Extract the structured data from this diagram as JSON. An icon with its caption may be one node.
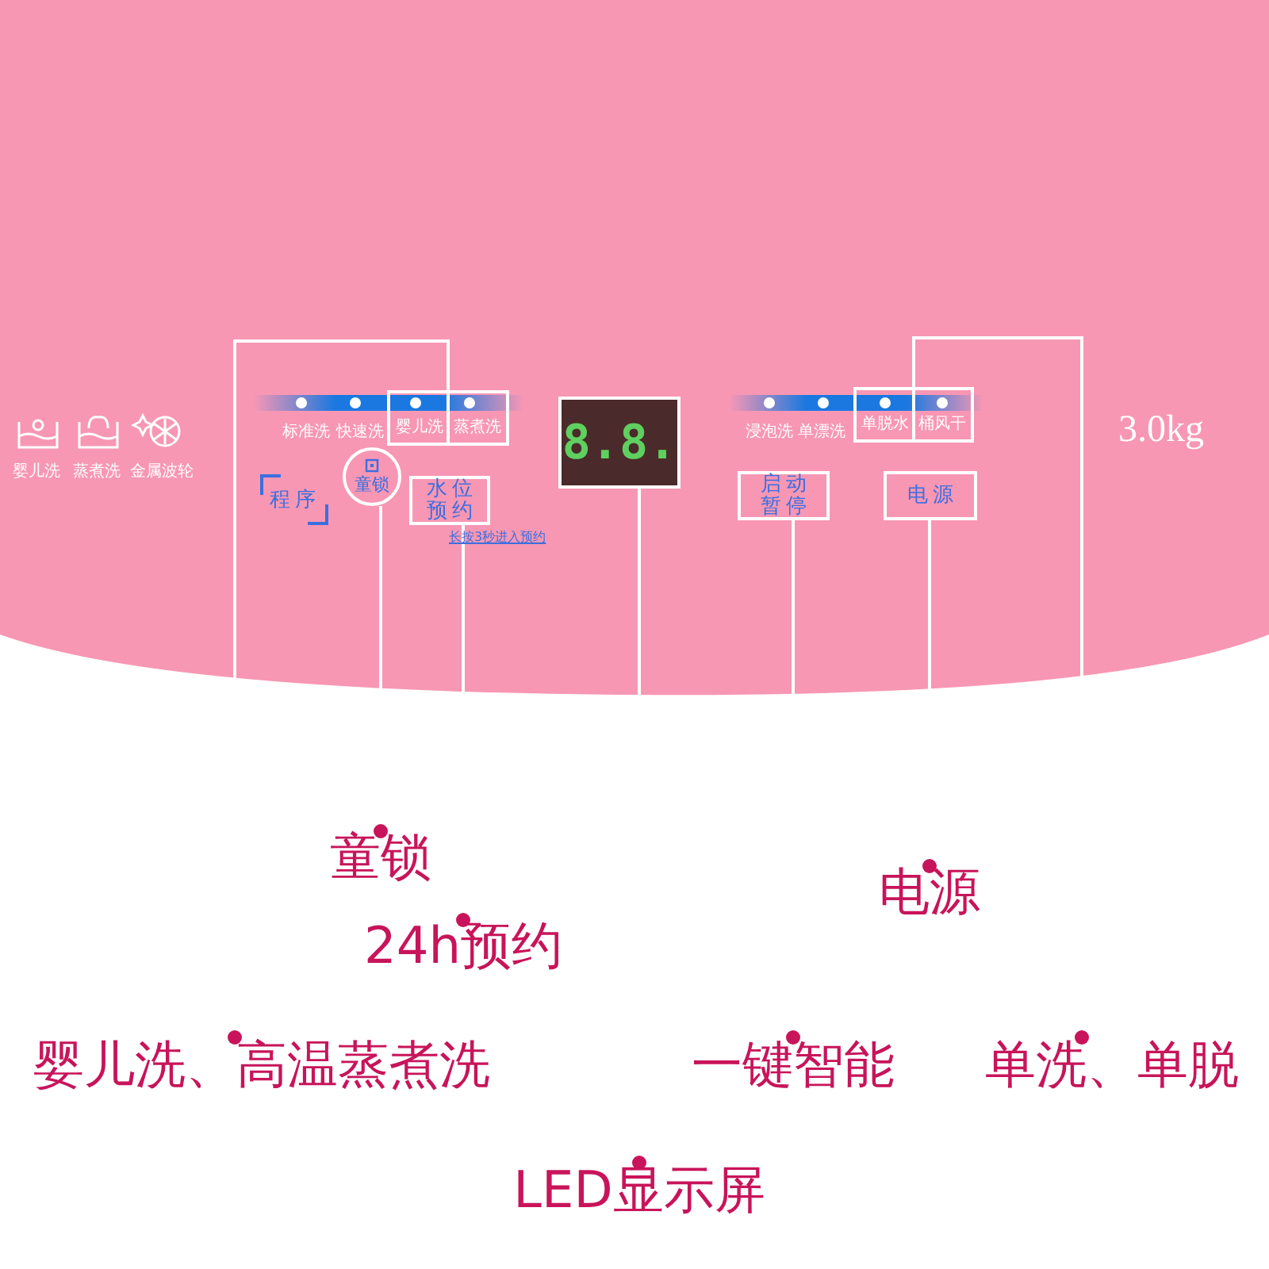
{
  "diagram": {
    "nodes": [
      {
        "text": [
          "婴儿洗",
          "蒸煮洗"
        ]
      },
      {
        "text": [
          "童锁"
        ]
      },
      {
        "text": [
          "水位预约"
        ]
      },
      {
        "text": [
          "8.8."
        ]
      },
      {
        "text": [
          "启动暂停"
        ]
      },
      {
        "text": [
          "电源"
        ]
      },
      {
        "text": [
          "单脱水",
          "桶风干"
        ]
      },
      {
        "text": [
          "童锁"
        ]
      },
      {
        "text": [
          "24h预约"
        ]
      },
      {
        "text": [
          "电源"
        ]
      },
      {
        "text": [
          "婴儿洗、高温蒸煮洗"
        ]
      },
      {
        "text": [
          "一键智能"
        ]
      },
      {
        "text": [
          "单洗、单脱"
        ]
      },
      {
        "text": [
          "LED显示屏"
        ]
      }
    ],
    "edges": [
      {
        "from": 10,
        "to": 0,
        "arrow": "other"
      },
      {
        "from": 7,
        "to": 1,
        "arrow": "other"
      },
      {
        "from": 8,
        "to": 2,
        "arrow": "other"
      },
      {
        "from": 13,
        "to": 3,
        "arrow": "other"
      },
      {
        "from": 11,
        "to": 4,
        "arrow": "other"
      },
      {
        "from": 9,
        "to": 5,
        "arrow": "other"
      },
      {
        "from": 12,
        "to": 6,
        "arrow": "other"
      }
    ],
    "labels": [
      "婴儿洗",
      "蒸煮洗",
      "金属波轮",
      "3.0kg",
      "标准洗",
      "快速洗",
      "浸泡洗",
      "单漂洗",
      "程序",
      "长按3秒进入预约"
    ]
  }
}
